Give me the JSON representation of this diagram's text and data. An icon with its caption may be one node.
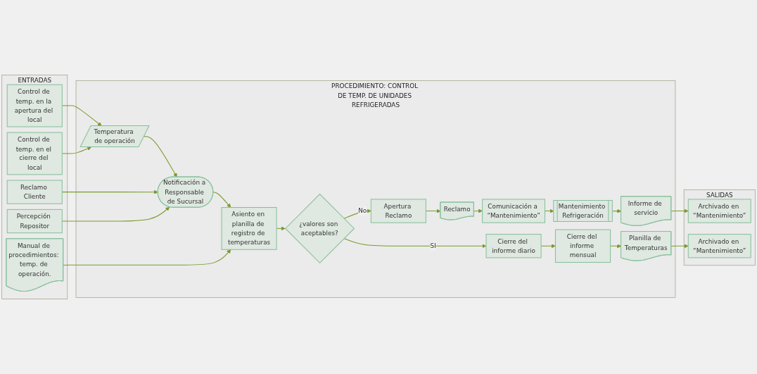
{
  "diagram": {
    "nodes": [
      {
        "text": [
          "ENTRADAS"
        ]
      },
      {
        "text": [
          "PROCEDIMIENTO: CONTROL DE TEMP. DE UNIDADES REFRIGERADAS"
        ]
      },
      {
        "text": [
          "SALIDAS"
        ]
      },
      {
        "text": [
          "Control de temp. en la apertura del local"
        ],
        "in": 0
      },
      {
        "text": [
          "Control de temp. en el cierre del local"
        ],
        "in": 0
      },
      {
        "text": [
          "Reclamo Cliente"
        ],
        "in": 0
      },
      {
        "text": [
          "Percepción Repositor"
        ],
        "in": 0
      },
      {
        "text": [
          "Manual de procedimientos: temp. de operación."
        ],
        "in": 0
      },
      {
        "text": [
          "Temperatura de operación"
        ],
        "in": 1
      },
      {
        "text": [
          "Notificación a Responsable de Sucursal"
        ],
        "in": 1
      },
      {
        "text": [
          "Asiento en planilla de registro de temperaturas"
        ],
        "in": 1
      },
      {
        "text": [
          "¿valores son aceptables?"
        ],
        "in": 1
      },
      {
        "text": [
          "Apertura Reclamo"
        ],
        "in": 1
      },
      {
        "text": [
          "Reclamo"
        ],
        "in": 1
      },
      {
        "text": [
          "Comunicación a “Mantenimiento”"
        ],
        "in": 1
      },
      {
        "text": [
          "Mantenimiento Refrigeración"
        ],
        "in": 1
      },
      {
        "text": [
          "Informe de servicio"
        ],
        "in": 1
      },
      {
        "text": [
          "Cierre del informe diario"
        ],
        "in": 1
      },
      {
        "text": [
          "Cierre del informe mensual"
        ],
        "in": 1
      },
      {
        "text": [
          "Planilla de Temperaturas"
        ],
        "in": 1
      },
      {
        "text": [
          "Archivado en “Mantenimiento”"
        ],
        "in": 2
      },
      {
        "text": [
          "Archivado en “Mantenimiento”"
        ],
        "in": 2
      }
    ],
    "edges": [
      {
        "from": 3,
        "to": 8,
        "arrow": "to"
      },
      {
        "from": 4,
        "to": 8,
        "arrow": "to"
      },
      {
        "from": 8,
        "to": 9,
        "arrow": "to"
      },
      {
        "from": 5,
        "to": 9,
        "arrow": "to"
      },
      {
        "from": 6,
        "to": 9,
        "arrow": "to"
      },
      {
        "from": 9,
        "to": 10,
        "arrow": "to"
      },
      {
        "from": 7,
        "to": 10,
        "arrow": "to"
      },
      {
        "from": 10,
        "to": 11,
        "arrow": "to"
      },
      {
        "from": 11,
        "to": 12,
        "arrow": "to",
        "label": "No"
      },
      {
        "from": 12,
        "to": 13,
        "arrow": "to"
      },
      {
        "from": 13,
        "to": 14,
        "arrow": "to"
      },
      {
        "from": 14,
        "to": 15,
        "arrow": "to"
      },
      {
        "from": 15,
        "to": 16,
        "arrow": "to"
      },
      {
        "from": 16,
        "to": 20,
        "arrow": "to"
      },
      {
        "from": 11,
        "to": 17,
        "arrow": "to",
        "label": "SI"
      },
      {
        "from": 17,
        "to": 18,
        "arrow": "to"
      },
      {
        "from": 18,
        "to": 19,
        "arrow": "to"
      },
      {
        "from": 19,
        "to": 21,
        "arrow": "to"
      }
    ]
  }
}
